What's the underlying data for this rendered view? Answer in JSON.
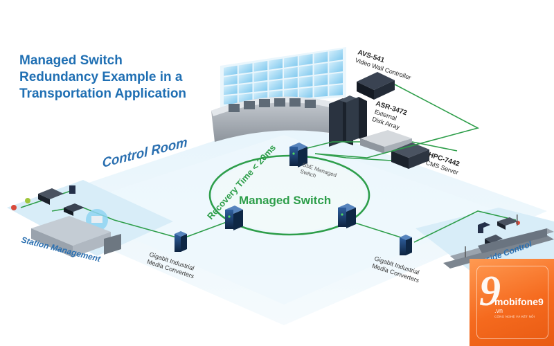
{
  "title_lines": [
    "Managed Switch",
    "Redundancy Example in a",
    "Transportation Application"
  ],
  "zones": {
    "control_room": "Control Room",
    "station_management": "Station Management",
    "wayside_control": "Wayside Control"
  },
  "ring": {
    "label": "Managed Switch",
    "recovery": "Recovery Time < 20ms"
  },
  "devices": {
    "avs": {
      "model": "AVS-541",
      "desc": "Video Wall Controller"
    },
    "asr": {
      "model": "ASR-3472",
      "desc1": "External",
      "desc2": "Disk Array"
    },
    "hpc": {
      "model": "HPC-7442",
      "desc": "CMS Server"
    },
    "gbe": {
      "line1": "GbE Managed",
      "line2": "Switch"
    },
    "converter": {
      "line1": "Gigabit Industrial",
      "line2": "Media Converters"
    }
  },
  "badge": {
    "brand": "mobifone9",
    "domain": ".vn",
    "tagline": "CÔNG NGHỆ VÀ KẾT NỐI"
  },
  "colors": {
    "title": "#1f6fb3",
    "ring": "#2e9e4a",
    "zone_text": "#2a6fb0",
    "badge": "#f56a1e"
  }
}
